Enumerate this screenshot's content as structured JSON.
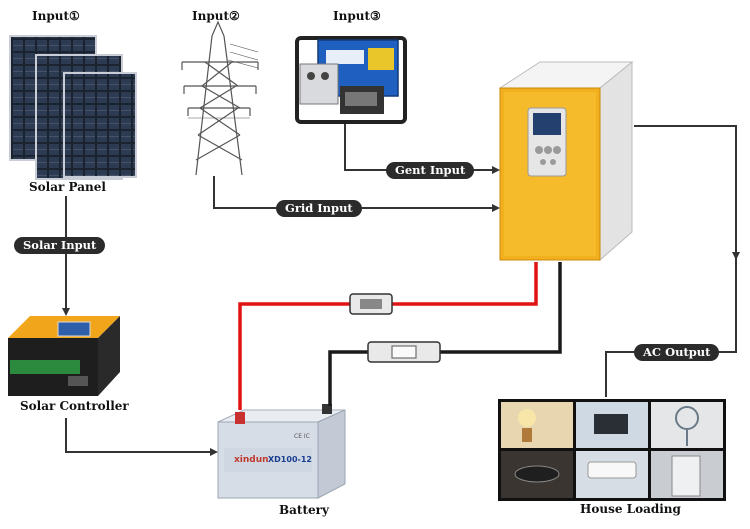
{
  "inputs": {
    "input1": "Input①",
    "input2": "Input②",
    "input3": "Input③"
  },
  "labels": {
    "solar_panel": "Solar Panel",
    "solar_controller": "Solar Controller",
    "battery": "Battery",
    "house_loading": "House Loading"
  },
  "flows": {
    "gent_input": "Gent Input",
    "grid_input": "Grid Input",
    "solar_input": "Solar Input",
    "ac_output": "AC Output"
  },
  "battery_brand": "xindun",
  "battery_model": "XD100-12",
  "battery_mark": "CE IC"
}
